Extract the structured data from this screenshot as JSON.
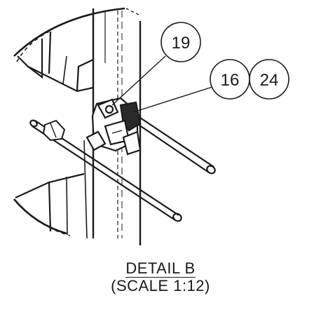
{
  "detail": {
    "title": "DETAIL B",
    "scale": "(SCALE 1:12)"
  },
  "balloons": [
    {
      "label": "19"
    },
    {
      "label": "16"
    },
    {
      "label": "24"
    }
  ],
  "colors": {
    "line": "#1a1a1a",
    "paper": "#ffffff"
  }
}
